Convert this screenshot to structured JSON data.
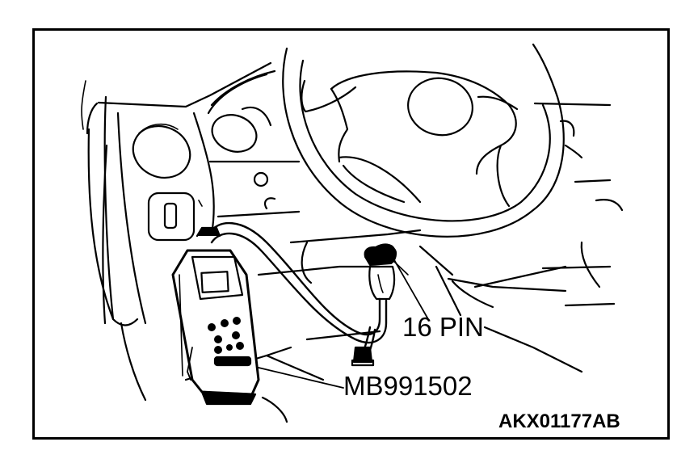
{
  "figure": {
    "kind": "technical-line-drawing",
    "subject": "Scan tool connected to vehicle diagnosis connector under dashboard",
    "colors": {
      "line": "#000000",
      "background": "#ffffff"
    }
  },
  "labels": {
    "connector": "16 PIN",
    "tool": "MB991502",
    "figure_code": "AKX01177AB"
  },
  "parts": {
    "steering_wheel": "steering-wheel",
    "instrument_panel": "instrument-panel",
    "scan_tool": "scan-tool",
    "cable": "tool-cable",
    "diagnosis_connector": "16-pin-diagnosis-connector"
  }
}
